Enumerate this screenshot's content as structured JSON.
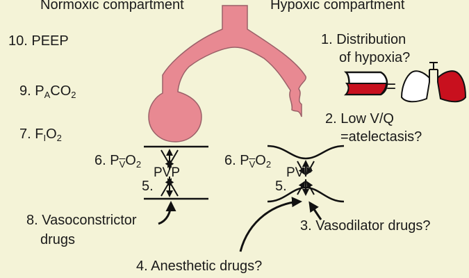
{
  "compartments": {
    "normoxic": "Normoxic compartment",
    "hypoxic": "Hypoxic compartment"
  },
  "factors": {
    "peep": "10. PEEP",
    "paco2_prefix": "9. P",
    "paco2_sub": "A",
    "paco2_mid": "CO",
    "paco2_sub2": "2",
    "fio2_prefix": "7. F",
    "fio2_sub": "I",
    "fio2_mid": "O",
    "fio2_sub2": "2",
    "vasoconstrictor_line1": "8. Vasoconstrictor",
    "vasoconstrictor_line2": "drugs",
    "distribution_line1": "1. Distribution",
    "distribution_line2": "of hypoxia?",
    "lowvq_line1": "2. Low V/Q",
    "lowvq_line2": "=atelectasis?",
    "vasodilator": "3. Vasodilator drugs?",
    "anesthetic": "4. Anesthetic drugs?"
  },
  "vessel_labels": {
    "pvo2_prefix": "6. P",
    "pvo2_sub": "V",
    "pvo2_mid": "O",
    "pvo2_sub2": "2",
    "pvp": "PVP",
    "five": "5."
  },
  "icons": {
    "equals": "="
  },
  "colors": {
    "background": "#f4f3d7",
    "vessel_fill": "#e88992",
    "vessel_stroke": "#9a6068",
    "lung_red": "#c8101e"
  }
}
